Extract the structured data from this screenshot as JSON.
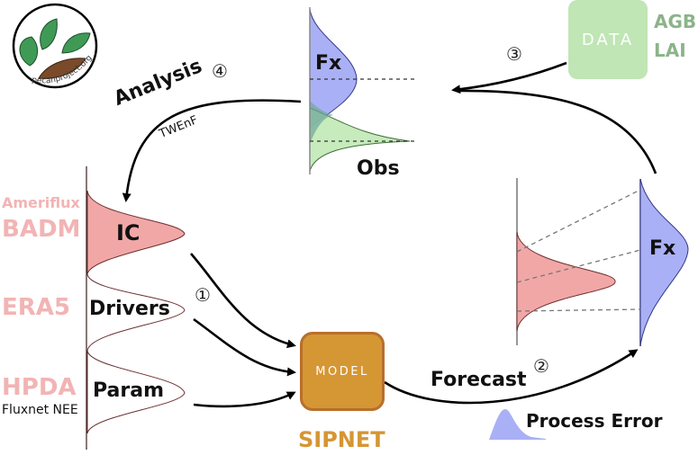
{
  "logo": {
    "text": "pecanproject.org",
    "icon": "pecan-leaves-logo"
  },
  "colors": {
    "ic_pink": "#f2a7a7",
    "fx_blue": "#aab0f5",
    "obs_green": "#bde8b0",
    "model_orange": "#d59634",
    "model_border": "#b86f2c",
    "data_green": "#bfe6b4",
    "source_pink": "#f2b4b4",
    "data_label_green": "#8cb38a",
    "sipnet_orange": "#d59634"
  },
  "sources": {
    "ameriflux": "Ameriflux",
    "badm": "BADM",
    "era5": "ERA5",
    "hpda": "HPDA",
    "fluxnet": "Fluxnet NEE"
  },
  "distributions": {
    "ic": "IC",
    "drivers": "Drivers",
    "param": "Param",
    "fx_top": "Fx",
    "obs": "Obs",
    "fx_right": "Fx"
  },
  "data_box": {
    "label": "DATA",
    "variables": [
      "AGB",
      "LAI"
    ]
  },
  "model_box": {
    "label": "MODEL",
    "name": "SIPNET"
  },
  "steps": {
    "step1": {
      "marker": "①"
    },
    "step2": {
      "label": "Forecast",
      "marker": "②"
    },
    "step3": {
      "marker": "③"
    },
    "step4": {
      "label": "Analysis",
      "marker": "④",
      "sublabel": "TWEnF"
    }
  },
  "process_error": {
    "label": "Process Error"
  }
}
